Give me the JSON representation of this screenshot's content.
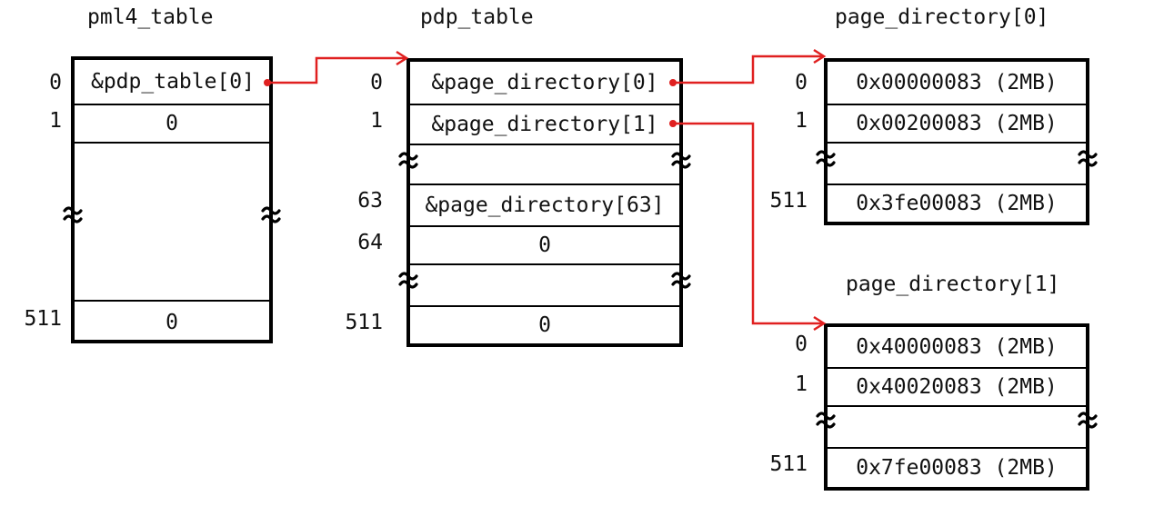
{
  "tables": {
    "pml4": {
      "title": "pml4_table",
      "rows": [
        {
          "index": "0",
          "value": "&pdp_table[0]"
        },
        {
          "index": "1",
          "value": "0"
        },
        {
          "index": "511",
          "value": "0"
        }
      ]
    },
    "pdp": {
      "title": "pdp_table",
      "rows": [
        {
          "index": "0",
          "value": "&page_directory[0]"
        },
        {
          "index": "1",
          "value": "&page_directory[1]"
        },
        {
          "index": "63",
          "value": "&page_directory[63]"
        },
        {
          "index": "64",
          "value": "0"
        },
        {
          "index": "511",
          "value": "0"
        }
      ]
    },
    "pd0": {
      "title": "page_directory[0]",
      "rows": [
        {
          "index": "0",
          "value": "0x00000083 (2MB)"
        },
        {
          "index": "1",
          "value": "0x00200083 (2MB)"
        },
        {
          "index": "511",
          "value": "0x3fe00083 (2MB)"
        }
      ]
    },
    "pd1": {
      "title": "page_directory[1]",
      "rows": [
        {
          "index": "0",
          "value": "0x40000083 (2MB)"
        },
        {
          "index": "1",
          "value": "0x40020083 (2MB)"
        },
        {
          "index": "511",
          "value": "0x7fe00083 (2MB)"
        }
      ]
    }
  },
  "colors": {
    "arrow": "#e02020",
    "border": "#000000"
  }
}
